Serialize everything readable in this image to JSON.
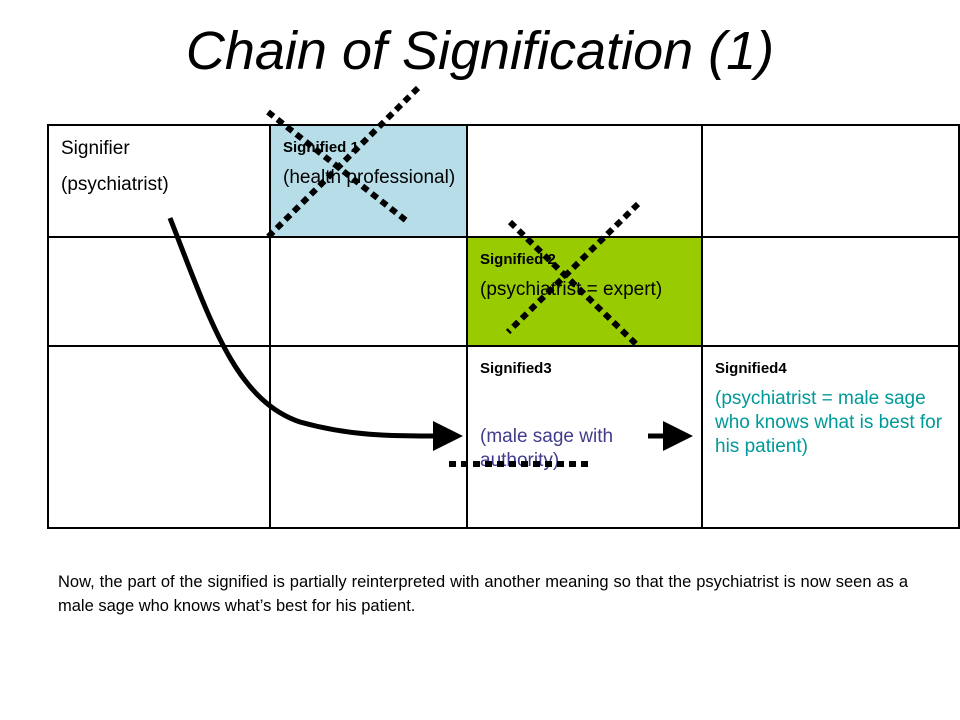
{
  "title": "Chain of Signification (1)",
  "grid": {
    "signifier": {
      "label": "Signifier",
      "sub": "(psychiatrist)"
    },
    "signified1": {
      "label": "Signified 1",
      "sub": "(health professional)",
      "bg": "#b7dee8"
    },
    "signified2": {
      "label": "Signified 2",
      "sub": "(psychiatrist = expert)",
      "bg": "#99cc00"
    },
    "signified3": {
      "label": "Signified3",
      "sub": "(male sage with authority)",
      "color": "#403c8c"
    },
    "signified4": {
      "label": "Signified4",
      "sub": "(psychiatrist = male sage who knows what is best for his patient)",
      "color": "#009999"
    }
  },
  "caption": "Now, the part of the signified is partially reinterpreted with another meaning so that the psychiatrist is now seen as a male sage who knows what’s best for his patient."
}
